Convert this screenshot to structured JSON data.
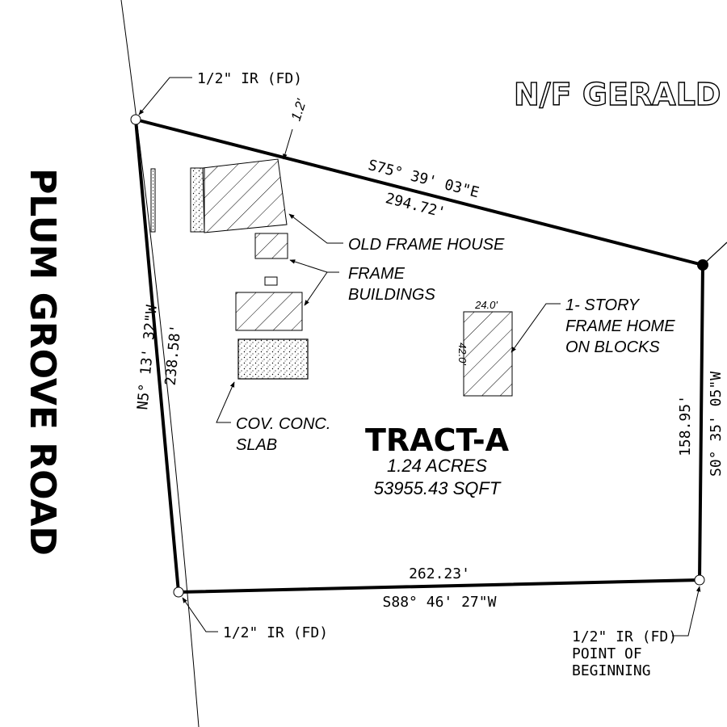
{
  "road": {
    "name": "PLUM GROVE ROAD"
  },
  "adjoiner": {
    "label": "N/F GERALD I"
  },
  "tract": {
    "name": "TRACT-A",
    "acres": "1.24 ACRES",
    "sqft": "53955.43 SQFT"
  },
  "boundary": {
    "north": {
      "bearing": "S75° 39' 03\"E",
      "distance": "294.72'"
    },
    "east": {
      "bearing": "S0° 35' 05\"W",
      "distance": "158.95'"
    },
    "south": {
      "bearing": "S88° 46' 27\"W",
      "distance": "262.23'"
    },
    "west": {
      "bearing": "N5° 13' 32\"W",
      "distance": "238.58'"
    }
  },
  "monuments": {
    "nw": "1/2\" IR (FD)",
    "sw": "1/2\" IR (FD)",
    "se_line1": "1/2\" IR (FD)",
    "se_line2": "POINT OF",
    "se_line3": "BEGINNING"
  },
  "offset": {
    "value": "1.2'"
  },
  "structures": {
    "old_house": "OLD FRAME HOUSE",
    "frame_line1": "FRAME",
    "frame_line2": "BUILDINGS",
    "home_line1": "1- STORY",
    "home_line2": "FRAME HOME",
    "home_line3": "ON BLOCKS",
    "home_width": "24.0'",
    "home_length": "42.0'",
    "slab_line1": "COV. CONC.",
    "slab_line2": "SLAB"
  }
}
